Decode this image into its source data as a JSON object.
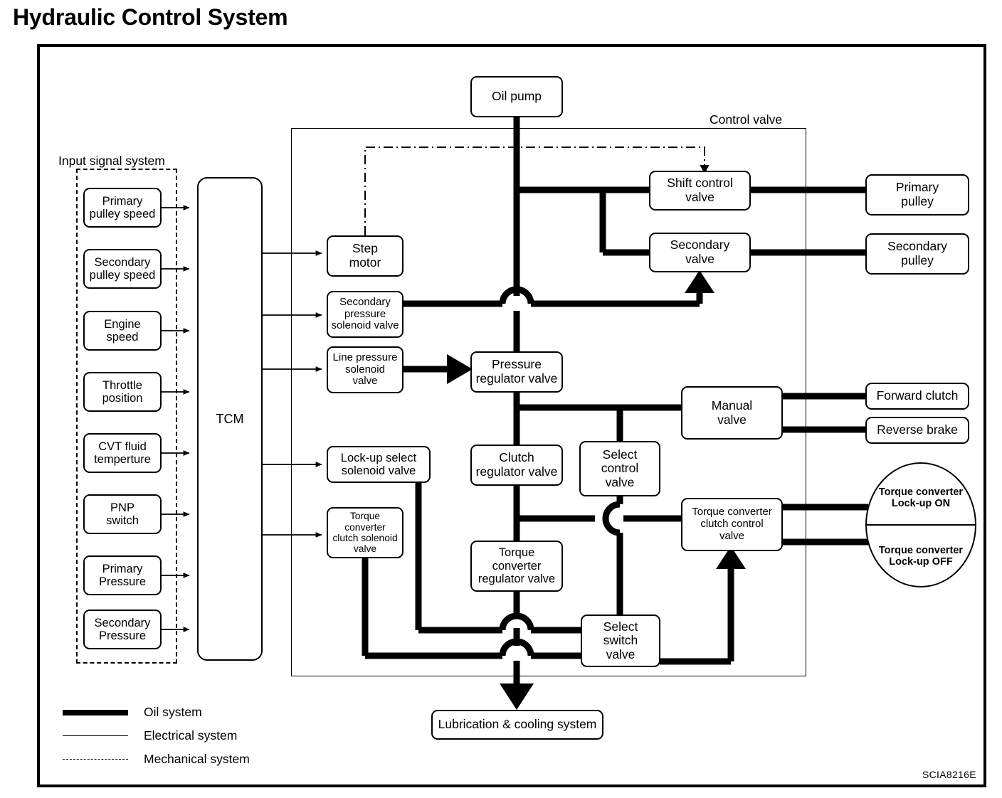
{
  "page": {
    "title": "Hydraulic Control System",
    "figure_code": "SCIA8216E"
  },
  "labels": {
    "input_signal_system": "Input signal system",
    "control_valve": "Control valve",
    "tcm": "TCM"
  },
  "input_signals": [
    {
      "id": "primary-pulley-speed",
      "label": "Primary\npulley speed"
    },
    {
      "id": "secondary-pulley-speed",
      "label": "Secondary\npulley speed"
    },
    {
      "id": "engine-speed",
      "label": "Engine\nspeed"
    },
    {
      "id": "throttle-position",
      "label": "Throttle\nposition"
    },
    {
      "id": "cvt-fluid-temperture",
      "label": "CVT fluid\ntemperture"
    },
    {
      "id": "pnp-switch",
      "label": "PNP\nswitch"
    },
    {
      "id": "primary-pressure",
      "label": "Primary\nPressure"
    },
    {
      "id": "secondary-pressure",
      "label": "Secondary\nPressure"
    }
  ],
  "actuators": [
    {
      "id": "step-motor",
      "label": "Step\nmotor"
    },
    {
      "id": "secondary-pressure-solenoid-valve",
      "label": "Secondary\npressure\nsolenoid valve"
    },
    {
      "id": "line-pressure-solenoid-valve",
      "label": "Line pressure\nsolenoid\nvalve"
    },
    {
      "id": "lock-up-select-solenoid-valve",
      "label": "Lock-up select\nsolenoid valve"
    },
    {
      "id": "torque-converter-clutch-solenoid-valve",
      "label": "Torque converter\nclutch solenoid\nvalve"
    }
  ],
  "hydraulic_nodes": {
    "oil_pump": "Oil pump",
    "shift_control_valve": "Shift control\nvalve",
    "secondary_valve": "Secondary\nvalve",
    "pressure_regulator_valve": "Pressure\nregulator valve",
    "clutch_regulator_valve": "Clutch\nregulator valve",
    "select_control_valve": "Select\ncontrol\nvalve",
    "manual_valve": "Manual\nvalve",
    "torque_converter_regulator_valve": "Torque\nconverter\nregulator valve",
    "torque_converter_clutch_control_valve": "Torque converter\nclutch control\nvalve",
    "select_switch_valve": "Select\nswitch\nvalve",
    "lubrication_cooling_system": "Lubrication & cooling system"
  },
  "outputs": {
    "primary_pulley": "Primary\npulley",
    "secondary_pulley": "Secondary\npulley",
    "forward_clutch": "Forward clutch",
    "reverse_brake": "Reverse brake",
    "torque_converter_lockup_on": "Torque converter\nLock-up ON",
    "torque_converter_lockup_off": "Torque converter\nLock-up OFF"
  },
  "legend": [
    {
      "id": "oil-system",
      "key": "thick-solid-line",
      "label": "Oil system"
    },
    {
      "id": "electrical-system",
      "key": "thin-solid-line",
      "label": "Electrical system"
    },
    {
      "id": "mechanical-system",
      "key": "dash-dot-line",
      "label": "Mechanical system"
    }
  ],
  "colors": {
    "ink": "#000000",
    "paper": "#ffffff"
  }
}
